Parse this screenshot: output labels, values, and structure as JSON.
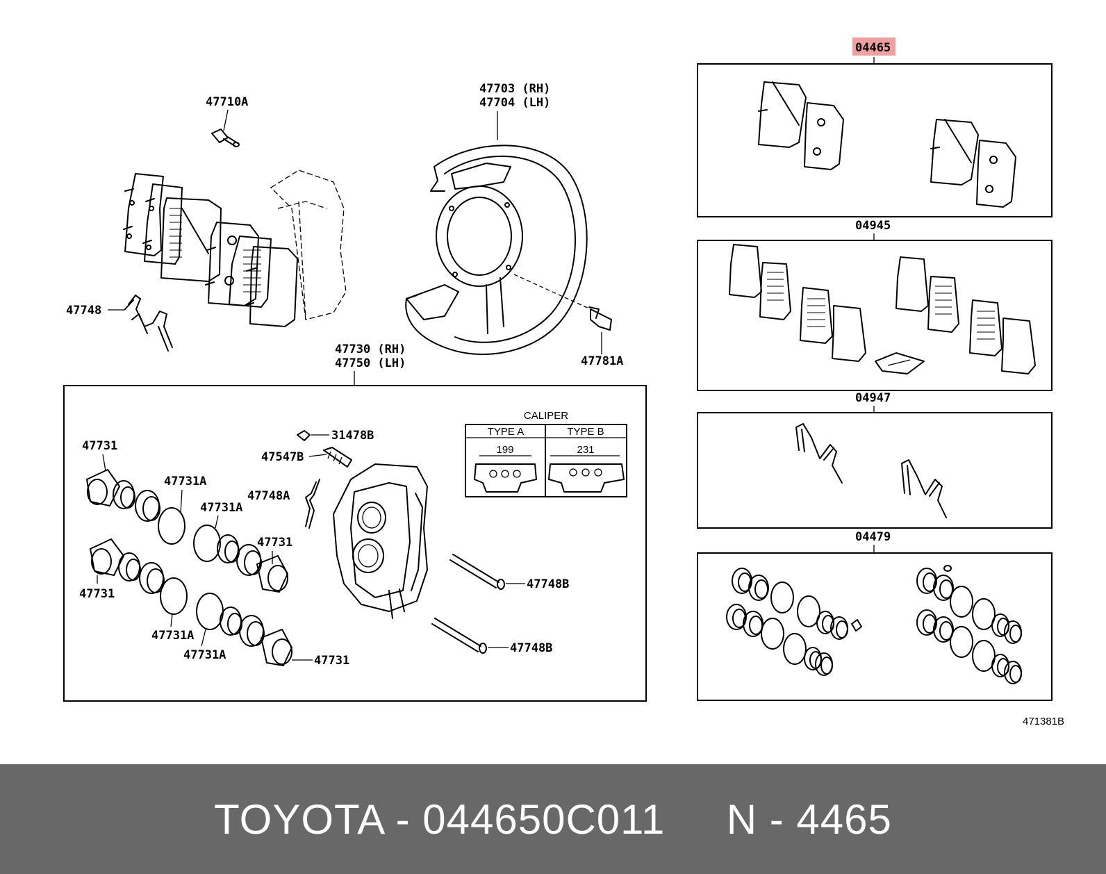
{
  "colors": {
    "footer_bg": "#686868",
    "footer_text": "#ffffff",
    "highlight": "#f0a0a0"
  },
  "labels": {
    "kit_04465": "04465",
    "kit_04945": "04945",
    "kit_04947": "04947",
    "kit_04479": "04479",
    "p47710A": "47710A",
    "p47703": "47703 (RH)",
    "p47704": "47704 (LH)",
    "p47748": "47748",
    "p47781A": "47781A",
    "p47730": "47730 (RH)",
    "p47750": "47750 (LH)",
    "p31478B": "31478B",
    "p47547B": "47547B",
    "p47748A": "47748A",
    "p47731_a": "47731",
    "p47731A_a": "47731A",
    "p47731A_b": "47731A",
    "p47731_b": "47731",
    "p47731_c": "47731",
    "p47731A_c": "47731A",
    "p47731A_d": "47731A",
    "p47731_d": "47731",
    "p47748B_a": "47748B",
    "p47748B_b": "47748B",
    "caliper_title": "CALIPER",
    "type_a": "TYPE A",
    "type_b": "TYPE B",
    "dim_a": "199",
    "dim_b": "231",
    "ref_code": "471381B"
  },
  "footer": {
    "text": "TOYOTA - 044650C011     N - 4465"
  }
}
